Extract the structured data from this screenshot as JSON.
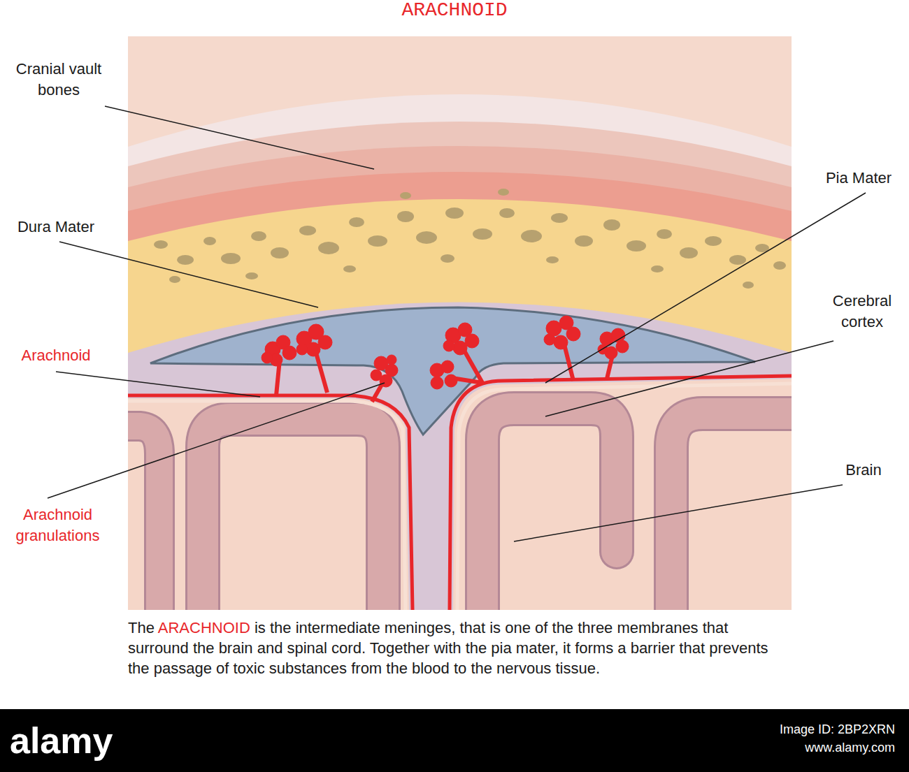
{
  "diagram": {
    "title": "ARACHNOID",
    "caption": "The ARACHNOID is the intermediate meninges, that is one of the three membranes that surround the brain and spinal cord. Together with the pia mater, it forms a barrier that prevents the passage of toxic substances from the blood to the nervous tissue.",
    "labels": [
      "Cranial vault bones",
      "Dura Mater",
      "Arachnoid",
      "Arachnoid granulations",
      "Pia Mater",
      "Cerebral cortex",
      "Brain",
      "alamy",
      "Image ID: 2BP2XRN",
      "www.alamy.com"
    ]
  }
}
